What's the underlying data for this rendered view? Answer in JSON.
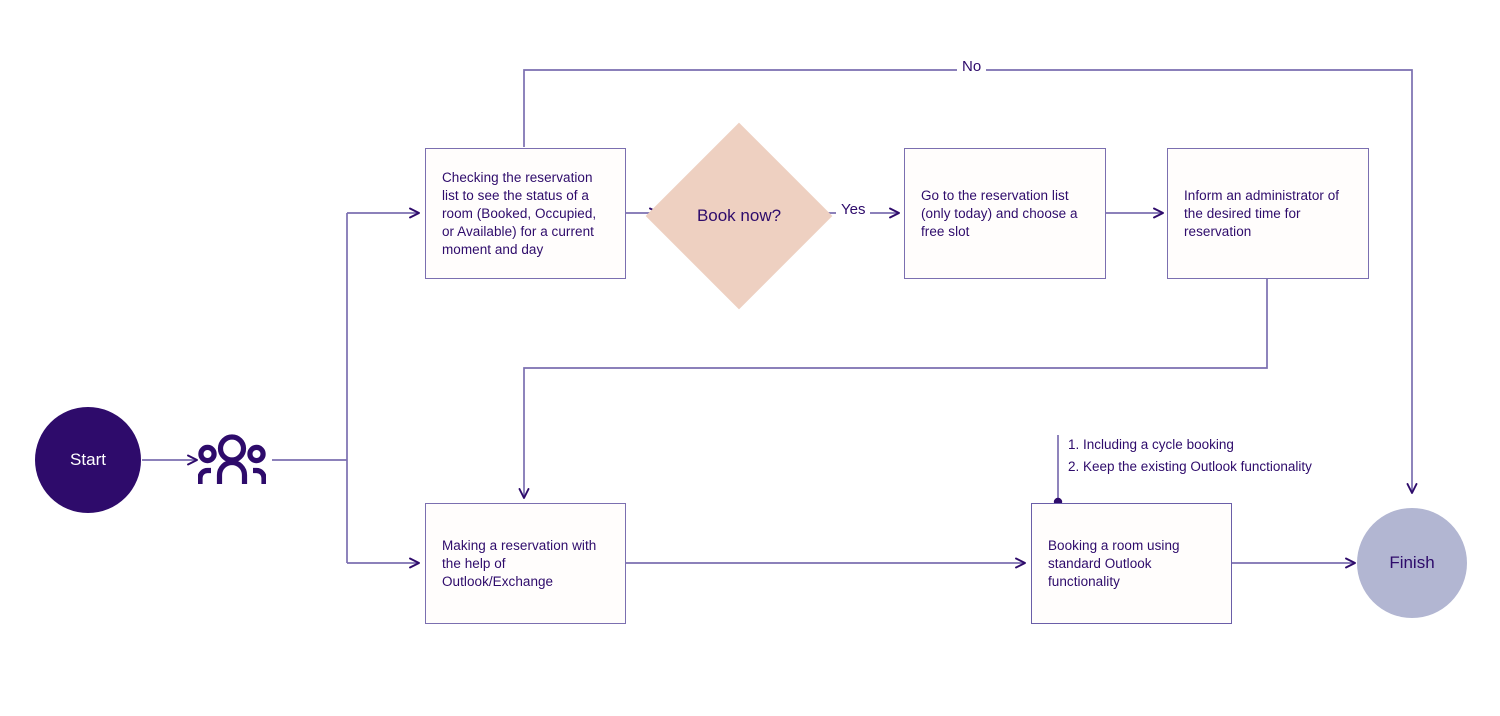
{
  "diagram": {
    "title": "Room reservation process flowchart",
    "colors": {
      "start_fill": "#2e0b6b",
      "start_text": "#ffffff",
      "finish_fill": "#b2b6d2",
      "finish_text": "#2e0b6b",
      "decision_fill": "#eed0c1",
      "box_fill": "#fffdfc",
      "box_border": "#7b6fb0",
      "line": "#6f62ab",
      "arrow": "#2e0b6b",
      "text": "#2e0b6b"
    },
    "nodes": {
      "start": {
        "label": "Start",
        "shape": "circle"
      },
      "actors_icon": {
        "label": "people-group-icon",
        "shape": "icon"
      },
      "checking": {
        "label": "Checking the reservation list to see the status of a room (Booked, Occupied, or Available) for a current moment and day",
        "shape": "process"
      },
      "decision": {
        "label": "Book now?",
        "shape": "diamond"
      },
      "goto_list": {
        "label": "Go to the reservation list (only today) and choose a free slot",
        "shape": "process"
      },
      "inform_admin": {
        "label": "Inform an administrator of the desired time for reservation",
        "shape": "process"
      },
      "making_reservation": {
        "label": "Making a reservation with the help of Outlook/Exchange",
        "shape": "process"
      },
      "booking_standard": {
        "label": "Booking a room using standard Outlook functionality",
        "shape": "process"
      },
      "finish": {
        "label": "Finish",
        "shape": "circle"
      }
    },
    "edge_labels": {
      "yes": "Yes",
      "no": "No"
    },
    "annotations": {
      "booking_notes": [
        "1. Including a cycle booking",
        "2. Keep the existing Outlook functionality"
      ]
    }
  }
}
